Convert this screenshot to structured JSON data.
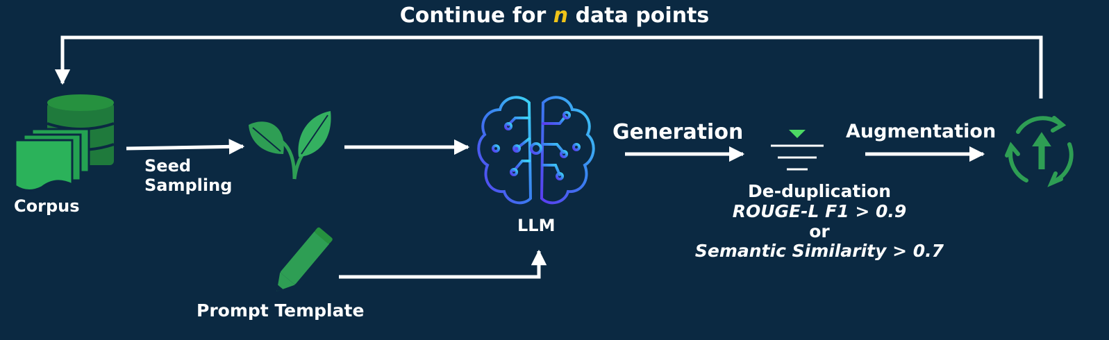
{
  "title": {
    "prefix": "Continue for",
    "variable": "n",
    "suffix": "data points"
  },
  "nodes": {
    "corpus": {
      "label": "Corpus",
      "icon": "database-documents-icon"
    },
    "seed_sampling": {
      "line1": "Seed",
      "line2": "Sampling",
      "icon": "sprout-icon"
    },
    "llm": {
      "label": "LLM",
      "icon": "brain-circuit-icon"
    },
    "prompt_template": {
      "label": "Prompt Template",
      "icon": "pencil-icon"
    },
    "generation": {
      "label": "Generation"
    },
    "dedup": {
      "label": "De-duplication",
      "rule1": "ROUGE-L F1 > 0.9",
      "joiner": "or",
      "rule2": "Semantic Similarity > 0.7",
      "icon": "filter-funnel-icon"
    },
    "augmentation": {
      "label": "Augmentation",
      "icon": "refresh-upload-icon"
    }
  },
  "colors": {
    "background": "#0b2942",
    "green": "#2e9e54",
    "dark_green": "#1f7a3c",
    "bright_green": "#4cd964",
    "highlight": "#f0c419",
    "brain_start": "#5b3cf0",
    "brain_end": "#3dd6f5",
    "arrow": "#ffffff"
  }
}
